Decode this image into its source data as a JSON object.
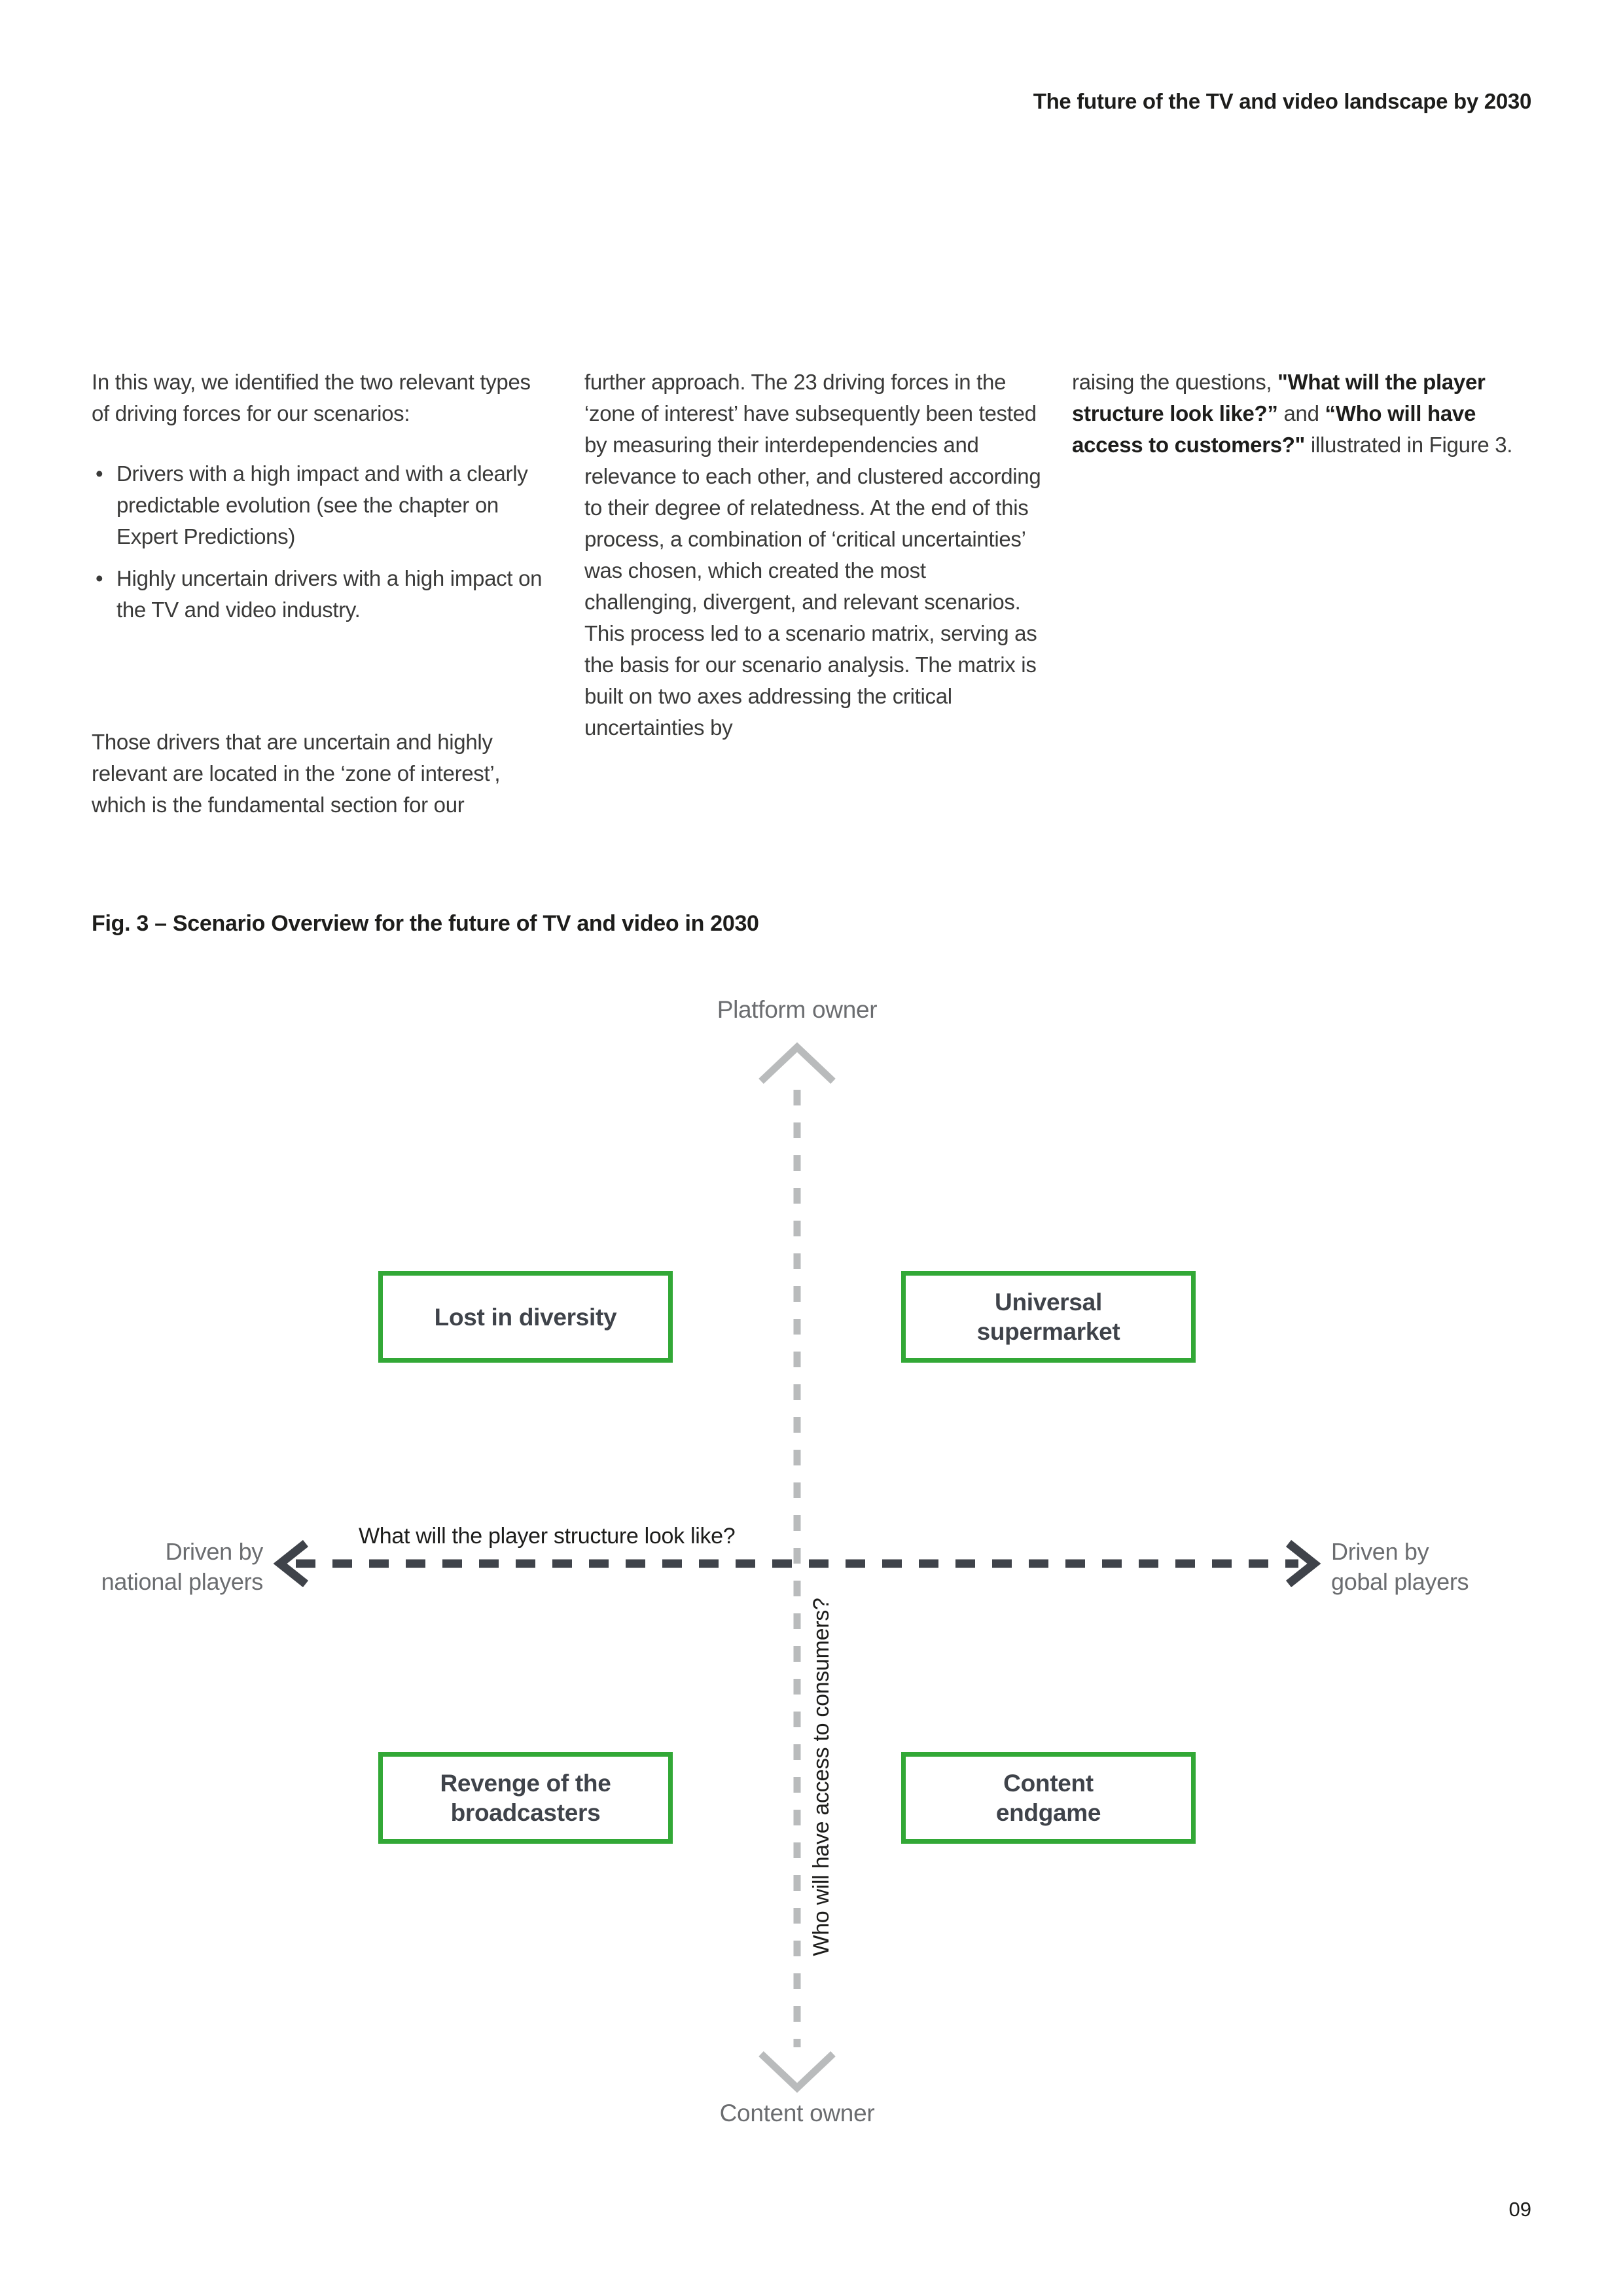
{
  "page": {
    "header": "The future of the TV and video landscape by 2030",
    "number": "09"
  },
  "article": {
    "col1": {
      "para1": "In this way, we identified the two relevant types of driving forces for our scenarios:",
      "bullets": [
        "Drivers with a high impact and with a clearly predictable evolution (see the chapter on Expert Predictions)",
        "Highly uncertain drivers with a high impact on the TV and video industry."
      ],
      "para2": "Those drivers that are uncertain and highly relevant are located in the ‘zone of interest’, which is the fundamental section for our"
    },
    "col2": {
      "para": "further approach. The 23 driving forces in the ‘zone of interest’ have subsequently been tested by measuring their interdependencies and relevance to each other, and clustered according to their degree of relatedness. At the end of this process, a combination of ‘critical uncertainties’ was chosen, which created the most challenging, divergent, and relevant scenarios. This process led to a scenario matrix, serving as the basis for our scenario analysis. The matrix is built on two axes addressing the critical uncertainties by"
    },
    "col3": {
      "parts": [
        {
          "text": "raising the questions, "
        },
        {
          "text": "\"What will the player structure look like?”"
        },
        {
          "text": " and "
        },
        {
          "text": "“Who will have access to customers?\""
        },
        {
          "text": " illustrated in Figure 3."
        }
      ]
    }
  },
  "figure": {
    "caption": "Fig. 3 – Scenario Overview for the future of TV and video in 2030",
    "axis_top_label": "Platform owner",
    "axis_bottom_label": "Content owner",
    "axis_left_label": "Driven by\nnational players",
    "axis_right_label": "Driven by\ngobal players",
    "h_axis_question": "What will the player structure look like?",
    "v_axis_question": "Who will have access to consumers?",
    "quadrants": {
      "top_left": "Lost in diversity",
      "top_right": "Universal\nsupermarket",
      "bottom_left": "Revenge of the\nbroadcasters",
      "bottom_right": "Content\nendgame"
    },
    "colors": {
      "box_border": "#32a836",
      "axis_dark": "#3f434a",
      "axis_light": "#b9bbbc",
      "label_gray": "#6b6d70",
      "question_dark": "#1d1d1b"
    }
  }
}
